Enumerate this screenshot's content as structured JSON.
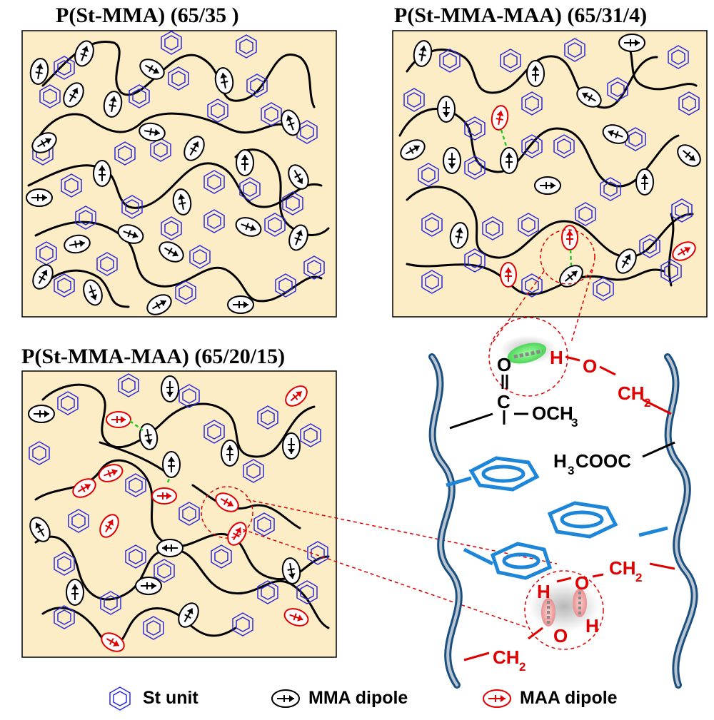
{
  "panels": {
    "p1": {
      "title": "P(St-MMA) (65/35 )"
    },
    "p2": {
      "title": "P(St-MMA-MAA) (65/31/4)"
    },
    "p3": {
      "title": "P(St-MMA-MAA) (65/20/15)"
    }
  },
  "legend": {
    "st_unit": "St unit",
    "mma_dipole": "MMA dipole",
    "maa_dipole": "MAA dipole"
  },
  "chemistry": {
    "carbonyl_o": "O",
    "carbon": "C",
    "methoxy": "OCH",
    "methoxy_sub": "3",
    "h_top": "H",
    "o_top": "O",
    "ch2_top": "CH",
    "ch2_top_sub": "2",
    "ester_label": "H",
    "ester_sub": "3",
    "ester_rest": "COOC",
    "h_mid": "H",
    "o_mid": "O",
    "ch2_mid": "CH",
    "ch2_mid_sub": "2",
    "o_low": "O",
    "h_low": "H",
    "ch2_low": "CH",
    "ch2_low_sub": "2"
  },
  "colors": {
    "panel_bg": "#fcedc6",
    "styrene": "#2b2bd9",
    "mma_dipole": "#000000",
    "maa_dipole": "#e00000",
    "hbond": "#22cc22",
    "backbone": "#2a6fb0",
    "benzene": "#1e86d8",
    "red_chem": "#e00000"
  }
}
